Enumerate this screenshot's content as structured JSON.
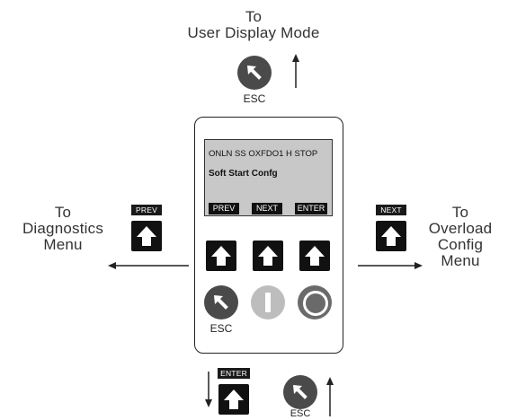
{
  "top_target": {
    "line1": "To",
    "line2": "User Display Mode"
  },
  "left_target": {
    "line1": "To",
    "line2": "Diagnostics",
    "line3": "Menu"
  },
  "right_target": {
    "line1": "To",
    "line2": "Overload",
    "line3": "Config",
    "line4": "Menu"
  },
  "keys": {
    "esc_label": "ESC",
    "prev_tag": "PREV",
    "next_tag": "NEXT",
    "enter_tag": "ENTER"
  },
  "display": {
    "status_line": "ONLN SS OXFDO1 H STOP",
    "menu_title": "Soft Start Confg",
    "softkeys": [
      "PREV",
      "NEXT",
      "ENTER"
    ]
  },
  "colors": {
    "key_fill": "#111111",
    "esc_fill": "#4a4a4a",
    "lcd_fill": "#c8c8c8",
    "run_fill": "#bdbdbd",
    "stop_fill": "#6a6a6a"
  }
}
